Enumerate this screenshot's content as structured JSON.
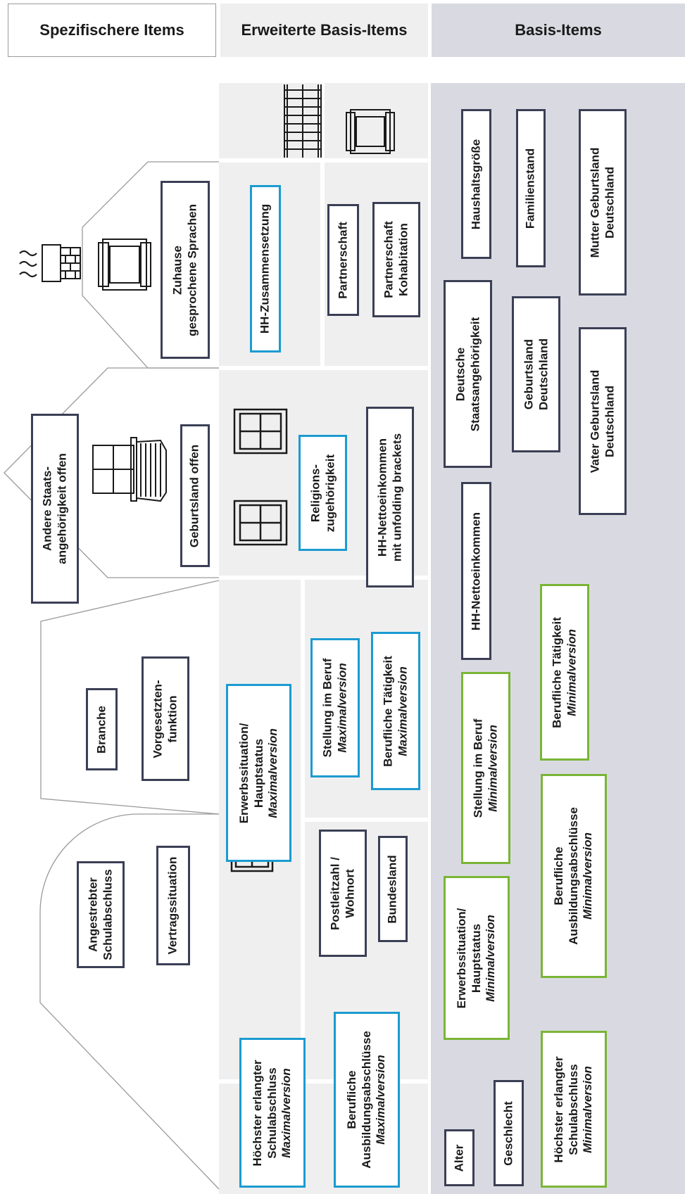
{
  "columns": {
    "specific": "Spezifischere Items",
    "extended": "Erweiterte Basis-Items",
    "basis": "Basis-Items"
  },
  "colors": {
    "page": "#ffffff",
    "extended_panel": "#efefef",
    "basis_panel": "#d9dae1",
    "dark_border": "#3b3f55",
    "blue_border": "#1b9bd1",
    "green_border": "#7ab536",
    "house_outline": "#9a9a9a"
  },
  "icons": {
    "chimney": "chimney-icon",
    "smoke": "smoke-icon",
    "armchair": "armchair-icon",
    "window": "window-icon",
    "window_awning": "window-awning-icon",
    "fence": "fence-icon"
  },
  "items": {
    "angestrebter": [
      "Angestrebter",
      "Schulabschluss"
    ],
    "vertragssituation": [
      "Vertragssituation"
    ],
    "branche": [
      "Branche"
    ],
    "vorgesetzten": [
      "Vorgesetzten-",
      "funktion"
    ],
    "andere_staat": [
      "Andere Staats-",
      "angehörigkeit offen"
    ],
    "geburtsland_offen": [
      "Geburtsland offen"
    ],
    "zuhause": [
      "Zuhause",
      "gesprochene Sprachen"
    ],
    "hoechster_max": [
      "Höchster erlangter",
      "Schulabschluss"
    ],
    "berufl_ausb_max": [
      "Berufliche",
      "Ausbildungsabschlüsse"
    ],
    "postleitzahl": [
      "Postleitzahl /",
      "Wohnort"
    ],
    "bundesland": [
      "Bundesland"
    ],
    "erwerb_max": [
      "Erwerbssituation/",
      "Hauptstatus"
    ],
    "stellung_max": [
      "Stellung im Beruf"
    ],
    "taetigkeit_max": [
      "Berufliche Tätigkeit"
    ],
    "religion": [
      "Religions-",
      "zugehörigkeit"
    ],
    "hh_netto_brackets": [
      "HH-Nettoeinkommen",
      "mit unfolding brackets"
    ],
    "hh_zusammen": [
      "HH-Zusammensetzung"
    ],
    "partnerschaft": [
      "Partnerschaft"
    ],
    "partnerschaft_kohab": [
      "Partnerschaft",
      "Kohabitation"
    ],
    "alter": [
      "Alter"
    ],
    "geschlecht": [
      "Geschlecht"
    ],
    "hoechster_min": [
      "Höchster erlangter",
      "Schulabschluss"
    ],
    "erwerb_min": [
      "Erwerbssituation/",
      "Hauptstatus"
    ],
    "berufl_ausb_min": [
      "Berufliche",
      "Ausbildungsabschlüsse"
    ],
    "stellung_min": [
      "Stellung im Beruf"
    ],
    "taetigkeit_min": [
      "Berufliche Tätigkeit"
    ],
    "hh_netto": [
      "HH-Nettoeinkommen"
    ],
    "dt_staat": [
      "Deutsche",
      "Staatsangehörigkeit"
    ],
    "geburtsland_de": [
      "Geburtsland",
      "Deutschland"
    ],
    "vater_geb": [
      "Vater Geburtsland",
      "Deutschland"
    ],
    "haushaltsgroesse": [
      "Haushaltsgröße"
    ],
    "familienstand": [
      "Familienstand"
    ],
    "mutter_geb": [
      "Mutter Geburtsland",
      "Deutschland"
    ]
  },
  "versions": {
    "max": "Maximalversion",
    "min": "Minimalversion"
  }
}
